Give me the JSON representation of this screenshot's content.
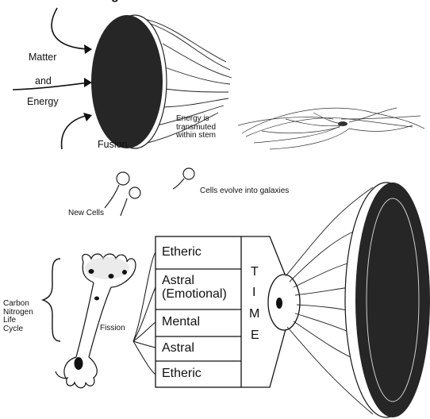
{
  "top_heading_fragment": "g",
  "inputs": {
    "matter": "Matter",
    "and": "and",
    "energy": "Energy",
    "fusion": "Fusion"
  },
  "stem_note": [
    "Energy is",
    "transmuted",
    "within stem"
  ],
  "cells": {
    "new_cells": "New Cells",
    "evolve": "Cells evolve into galaxies"
  },
  "life_cycle": [
    "Carbon",
    "Nitrogen",
    "Life",
    "Cycle"
  ],
  "fission": "Fission",
  "bodies": [
    "Etheric",
    "Astral (Emotional)",
    "Mental",
    "Astral",
    "Etheric"
  ],
  "time_letters": [
    "T",
    "I",
    "M",
    "E"
  ]
}
